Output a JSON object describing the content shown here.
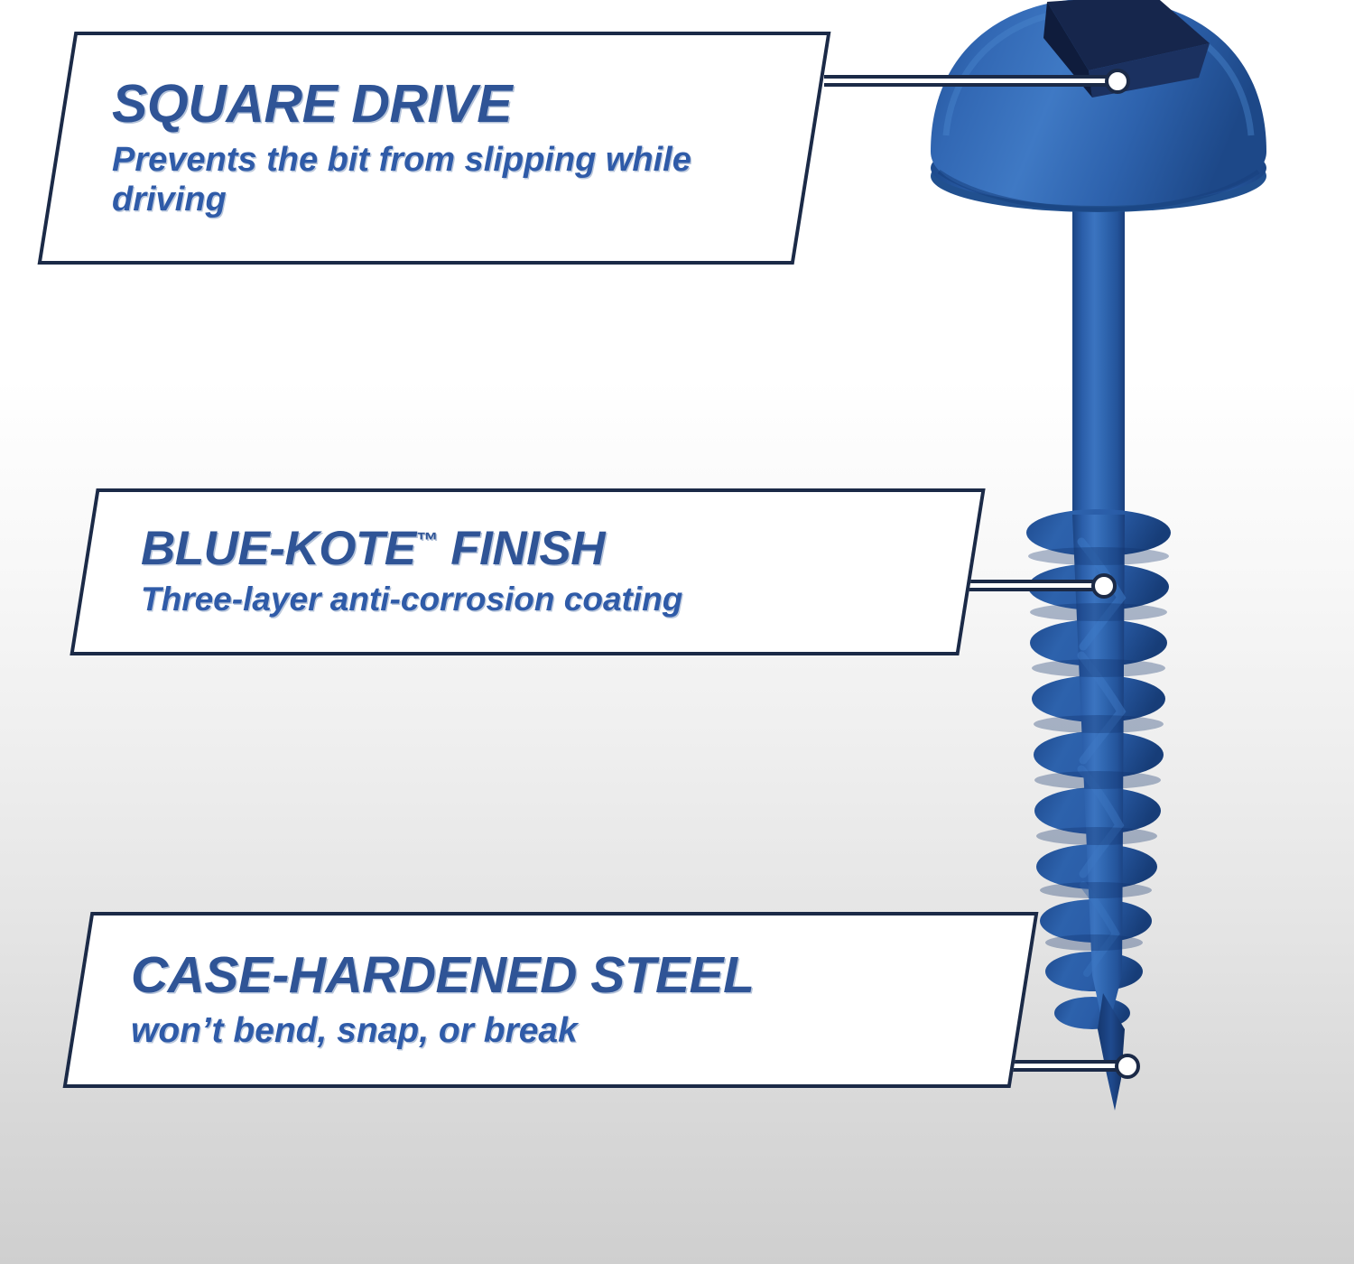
{
  "product": {
    "type": "pocket-hole-screw",
    "finish_color": "#2a5da8",
    "accent_color": "#2f5496",
    "outline_color": "#1b2a47",
    "recess_color": "#17264a",
    "background_top": "#ffffff",
    "background_bottom": "#cfcfcf"
  },
  "callouts": [
    {
      "id": "square-drive",
      "title": "SQUARE DRIVE",
      "subtitle": "Prevents the bit from slipping while driving",
      "points_to": "screw-head-recess"
    },
    {
      "id": "blue-kote-finish",
      "title": "BLUE-KOTE",
      "title_suffix": " FINISH",
      "trademark": "™",
      "subtitle": "Three-layer anti-corrosion coating",
      "points_to": "screw-threads"
    },
    {
      "id": "case-hardened-steel",
      "title": "CASE-HARDENED STEEL",
      "subtitle": "won’t bend, snap, or break",
      "points_to": "screw-tip"
    }
  ],
  "icons": {
    "leader_dot": "leader-endpoint-dot",
    "screw": "screw-illustration"
  }
}
